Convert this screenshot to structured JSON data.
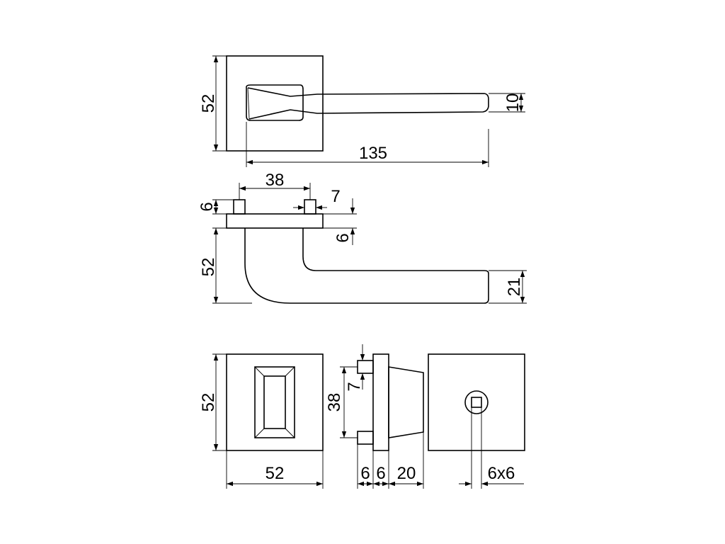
{
  "dimensions": {
    "top_view_height": "52",
    "lever_thickness": "10",
    "lever_length": "135",
    "pin_spacing": "38",
    "pin_width": "7",
    "pin_height": "6",
    "rose_thickness": "6",
    "side_view_height": "52",
    "lever_end_height": "21",
    "thumbturn_height": "52",
    "thumbturn_width": "52",
    "thumbturn_pin_spacing": "38",
    "thumbturn_pin_width": "7",
    "depth_pin": "6",
    "depth_rose": "6",
    "depth_knob": "20",
    "spindle_square": "6x6"
  },
  "colors": {
    "line": "#000000",
    "background": "#ffffff"
  }
}
